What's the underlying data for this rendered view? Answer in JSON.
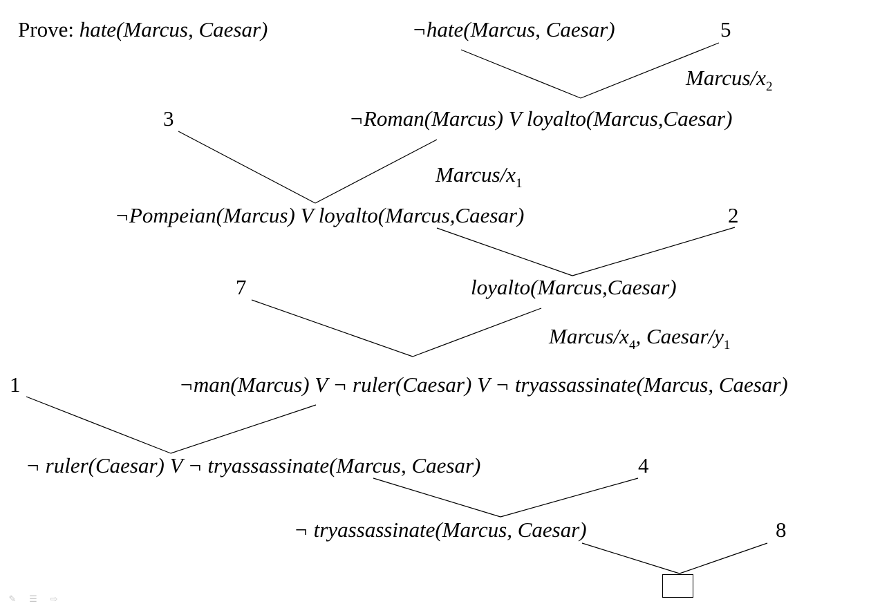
{
  "prove": {
    "label": "Prove:",
    "goal": "hate(Marcus, Caesar)"
  },
  "clauses": {
    "c0": "¬hate(Marcus, Caesar)",
    "c1": "¬Roman(Marcus) V loyalto(Marcus,Caesar)",
    "c2": "¬Pompeian(Marcus) V loyalto(Marcus,Caesar)",
    "c3": "loyalto(Marcus,Caesar)",
    "c4": "¬man(Marcus) V ¬ ruler(Caesar) V ¬ tryassassinate(Marcus, Caesar)",
    "c5": "¬ ruler(Caesar) V ¬ tryassassinate(Marcus, Caesar)",
    "c6": "¬ tryassassinate(Marcus, Caesar)"
  },
  "axiom_numbers": {
    "n5": "5",
    "n3": "3",
    "n2": "2",
    "n7": "7",
    "n1": "1",
    "n4": "4",
    "n8": "8"
  },
  "substitutions": {
    "s1": {
      "text": "Marcus/x",
      "sub": "2"
    },
    "s2": {
      "text": "Marcus/x",
      "sub": "1"
    },
    "s3": {
      "text1": "Marcus/x",
      "sub1": "4",
      "text2": ", Caesar/y",
      "sub2": "1"
    }
  },
  "result": {
    "icon": "empty-clause-box-icon"
  },
  "toolbar": {
    "icons": [
      "pen-icon",
      "menu-icon",
      "arrow-right-icon"
    ]
  },
  "colors": {
    "ink": "#000000",
    "toolbar_icons": "#c8c8c8"
  }
}
